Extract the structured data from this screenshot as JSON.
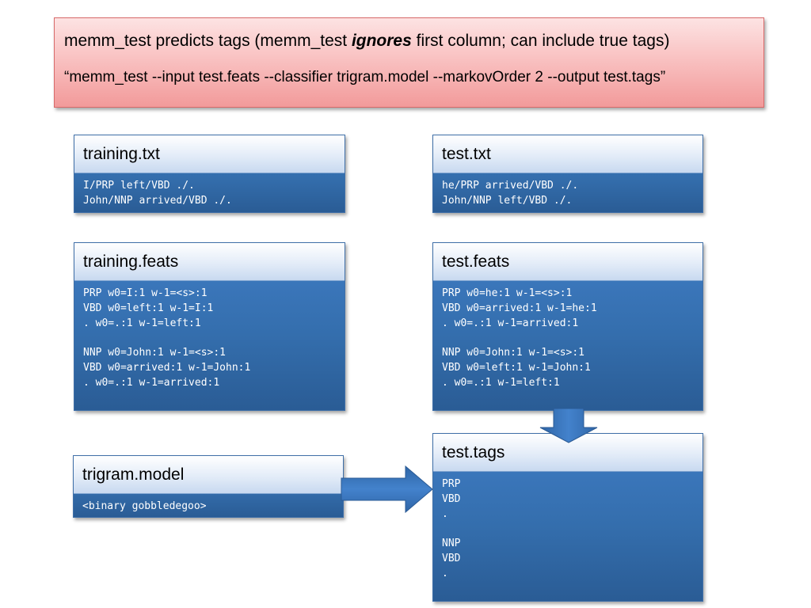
{
  "header": {
    "line1_pre": "memm_test predicts tags (memm_test ",
    "line1_emph": "ignores",
    "line1_post": " first column; can include true tags)",
    "command": "“memm_test --input test.feats --classifier trigram.model --markovOrder 2 --output test.tags”"
  },
  "cards": {
    "training_txt": {
      "title": "training.txt",
      "content": "I/PRP left/VBD ./.\nJohn/NNP arrived/VBD ./."
    },
    "test_txt": {
      "title": "test.txt",
      "content": "he/PRP arrived/VBD ./.\nJohn/NNP left/VBD ./."
    },
    "training_feats": {
      "title": "training.feats",
      "content": "PRP w0=I:1 w-1=<s>:1\nVBD w0=left:1 w-1=I:1\n. w0=.:1 w-1=left:1\n\nNNP w0=John:1 w-1=<s>:1\nVBD w0=arrived:1 w-1=John:1\n. w0=.:1 w-1=arrived:1"
    },
    "test_feats": {
      "title": "test.feats",
      "content": "PRP w0=he:1 w-1=<s>:1\nVBD w0=arrived:1 w-1=he:1\n. w0=.:1 w-1=arrived:1\n\nNNP w0=John:1 w-1=<s>:1\nVBD w0=left:1 w-1=John:1\n. w0=.:1 w-1=left:1"
    },
    "trigram_model": {
      "title": "trigram.model",
      "content": "<binary gobbledegoo>"
    },
    "test_tags": {
      "title": "test.tags",
      "content": "PRP\nVBD\n.\n\nNNP\nVBD\n."
    }
  },
  "colors": {
    "header_fill": "#f9c2c2",
    "card_body_fill": "#346ead",
    "card_head_fill": "#e3ecf8",
    "arrow_fill": "#3b76bd"
  }
}
